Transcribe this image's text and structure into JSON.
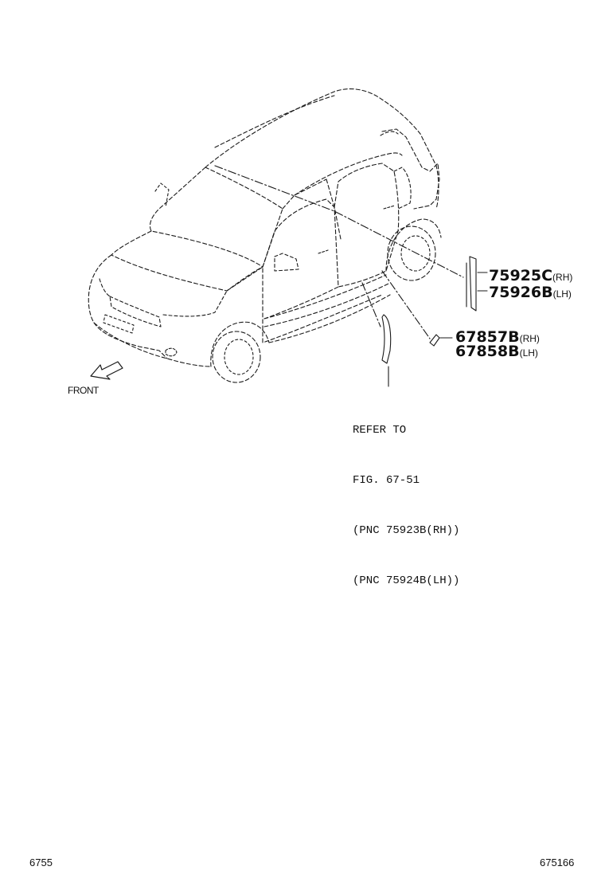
{
  "callouts": [
    {
      "part": "75925C",
      "side": "(RH)"
    },
    {
      "part": "75926B",
      "side": "(LH)"
    },
    {
      "part": "67857B",
      "side": "(RH)"
    },
    {
      "part": "67858B",
      "side": "(LH)"
    }
  ],
  "reference": {
    "line1": "REFER TO",
    "line2": "FIG. 67-51",
    "line3": "(PNC 75923B(RH))",
    "line4": "(PNC 75924B(LH))"
  },
  "front_label": "FRONT",
  "footer": {
    "left_code": "6755",
    "right_code": "675166"
  },
  "colors": {
    "line": "#1a1a1a",
    "background": "#ffffff"
  },
  "icons": [
    "front-direction-arrow-icon"
  ]
}
